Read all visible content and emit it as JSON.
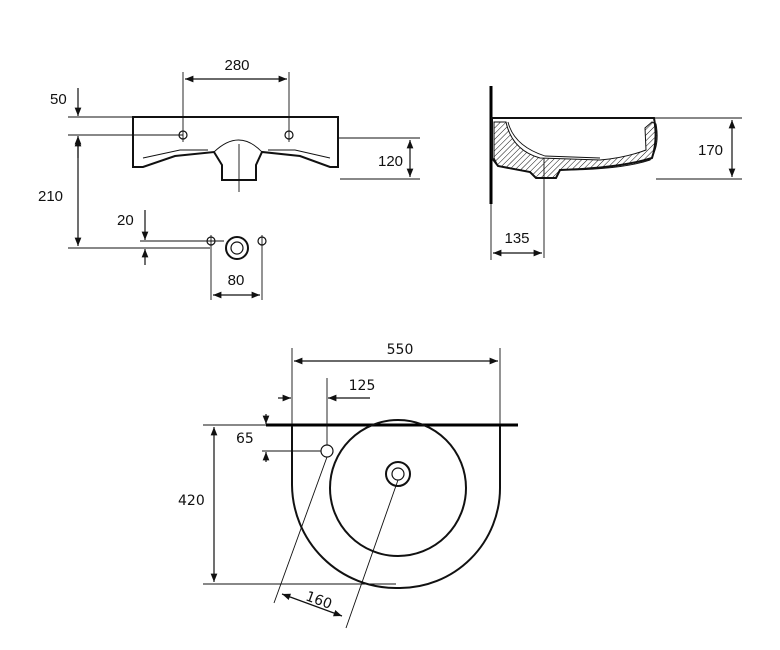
{
  "dimensions": {
    "front": {
      "tap_spacing": "280",
      "rim_to_tap": "50",
      "depth": "120",
      "mount_height": "210",
      "fixing_offset": "20",
      "fixing_spacing": "80"
    },
    "side": {
      "height": "170",
      "projection": "135"
    },
    "top": {
      "width": "550",
      "tap_offset": "125",
      "rim_offset": "65",
      "depth": "420",
      "drain_offset": "160"
    }
  }
}
